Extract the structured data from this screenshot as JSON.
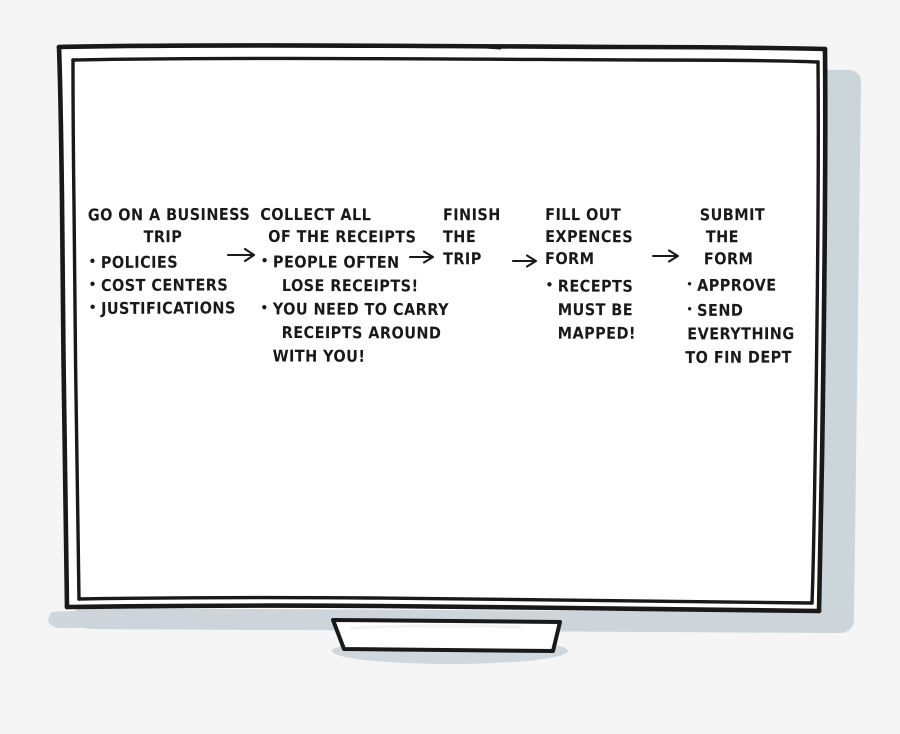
{
  "scene": {
    "title": "Whiteboard sketch of business trip expense process",
    "background_color": "#f5f5f5",
    "board_fill": "#ffffff",
    "ink_color": "#19191a",
    "shadow_color": "#ccd5da"
  },
  "board": {
    "frame_label": "whiteboard-frame",
    "tray_label": "whiteboard-tray"
  },
  "flow": {
    "arrow_glyph": "→",
    "bullet_glyph": "•",
    "steps": [
      {
        "id": "step-1",
        "heading": [
          "GO ON A BUSINESS",
          "TRIP"
        ],
        "bullets": [
          {
            "lines": [
              "POLICIES"
            ]
          },
          {
            "lines": [
              "COST CENTERS"
            ]
          },
          {
            "lines": [
              "JUSTIFICATIONS"
            ]
          }
        ]
      },
      {
        "id": "step-2",
        "heading": [
          "COLLECT ALL",
          "OF THE RECEIPTS"
        ],
        "bullets": [
          {
            "lines": [
              "PEOPLE OFTEN",
              "LOSE RECEIPTS!"
            ]
          },
          {
            "lines": [
              "YOU NEED TO CARRY",
              "RECEIPTS AROUND",
              "WITH YOU!"
            ]
          }
        ]
      },
      {
        "id": "step-3",
        "heading": [
          "FINISH",
          "THE",
          "TRIP"
        ],
        "bullets": []
      },
      {
        "id": "step-4",
        "heading": [
          "FILL OUT",
          "EXPENCES",
          "FORM"
        ],
        "bullets": [
          {
            "lines": [
              "RECEPTS",
              "MUST BE",
              "MAPPED!"
            ]
          }
        ]
      },
      {
        "id": "step-5",
        "heading": [
          "SUBMIT",
          "THE",
          "FORM"
        ],
        "bullets": [
          {
            "lines": [
              "APPROVE"
            ]
          },
          {
            "lines": [
              "SEND",
              "EVERYTHING",
              "TO FIN DEPT"
            ]
          }
        ]
      }
    ],
    "arrows": [
      {
        "id": "arrow-1-2",
        "after_step": "step-1"
      },
      {
        "id": "arrow-2-3",
        "after_step": "step-2"
      },
      {
        "id": "arrow-3-4",
        "after_step": "step-3"
      },
      {
        "id": "arrow-4-5",
        "after_step": "step-4"
      }
    ]
  }
}
